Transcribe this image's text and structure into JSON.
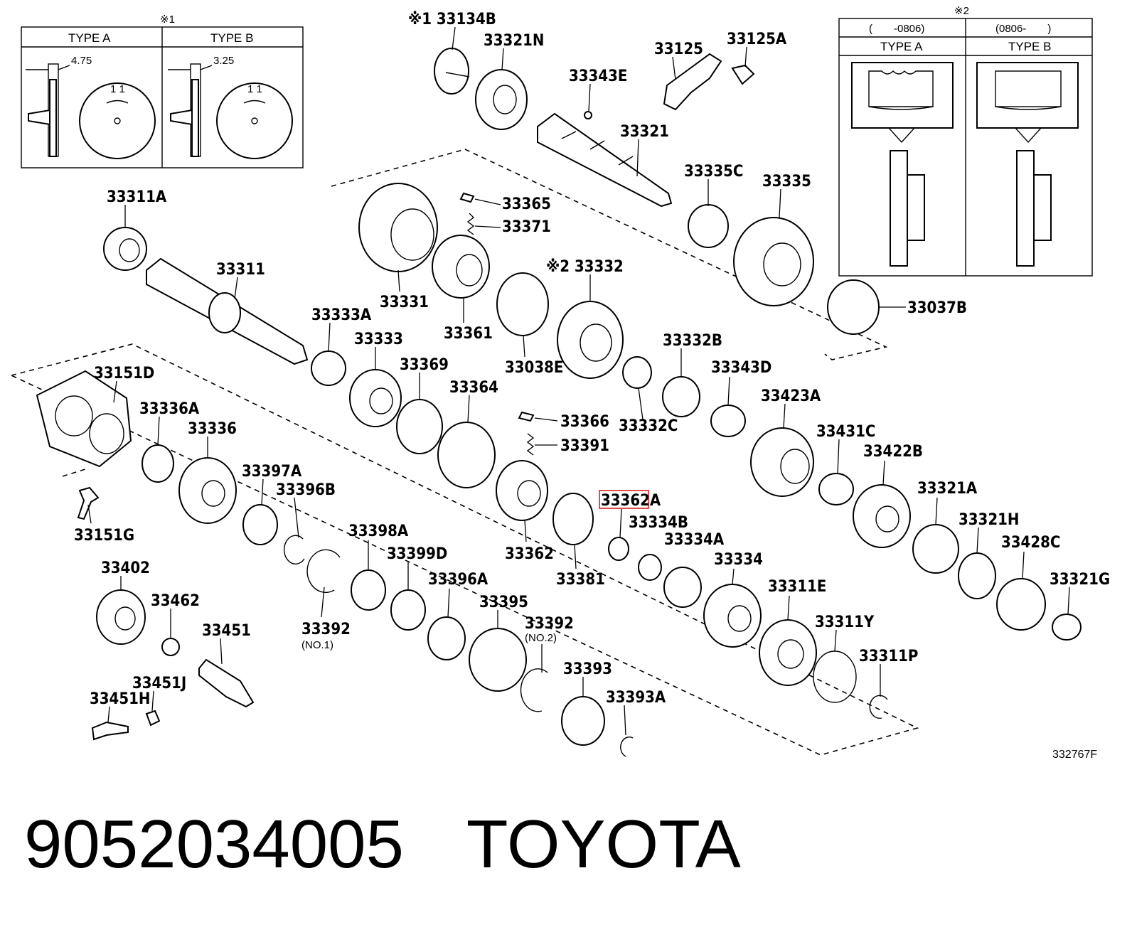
{
  "note_box_1": {
    "marker": "※1",
    "type_a": "TYPE A",
    "type_b": "TYPE B",
    "dim_a": "4.75",
    "dim_b": "3.25"
  },
  "note_box_2": {
    "marker": "※2",
    "range_a": "(　　-0806)",
    "range_b": "(0806-　　)",
    "type_a": "TYPE A",
    "type_b": "TYPE B"
  },
  "parts": {
    "p33134B": "※1 33134B",
    "p33321N": "33321N",
    "p33343E": "33343E",
    "p33125": "33125",
    "p33125A": "33125A",
    "p33321": "33321",
    "p33335C": "33335C",
    "p33335": "33335",
    "p33311A": "33311A",
    "p33365": "33365",
    "p33371": "33371",
    "p33311": "33311",
    "p33331": "33331",
    "p33332": "※2 33332",
    "p33037B": "33037B",
    "p33333A": "33333A",
    "p33333": "33333",
    "p33361": "33361",
    "p33038E": "33038E",
    "p33332B": "33332B",
    "p33151D": "33151D",
    "p33369": "33369",
    "p33364": "33364",
    "p33343D": "33343D",
    "p33336A": "33336A",
    "p33336": "33336",
    "p33366": "33366",
    "p33332C": "33332C",
    "p33423A": "33423A",
    "p33391": "33391",
    "p33431C": "33431C",
    "p33422B": "33422B",
    "p33397A": "33397A",
    "p33396B": "33396B",
    "p33362A": "33362A",
    "p33321A": "33321A",
    "p33151G": "33151G",
    "p33334B": "33334B",
    "p33334A": "33334A",
    "p33321H": "33321H",
    "p33398A": "33398A",
    "p33362": "33362",
    "p33428C": "33428C",
    "p33399D": "33399D",
    "p33334": "33334",
    "p33402": "33402",
    "p33381": "33381",
    "p33321G": "33321G",
    "p33396A": "33396A",
    "p33311E": "33311E",
    "p33462": "33462",
    "p33395": "33395",
    "p33392a": "33392",
    "p33392a_sub": "(NO.1)",
    "p33392b": "33392",
    "p33392b_sub": "(NO.2)",
    "p33451": "33451",
    "p33311Y": "33311Y",
    "p33393": "33393",
    "p33311P": "33311P",
    "p33451J": "33451J",
    "p33451H": "33451H",
    "p33393A": "33393A"
  },
  "figure_ref": "332767F",
  "highlight_color": "#e02020",
  "footer": {
    "part_number": "9052034005",
    "brand": "TOYOTA"
  }
}
